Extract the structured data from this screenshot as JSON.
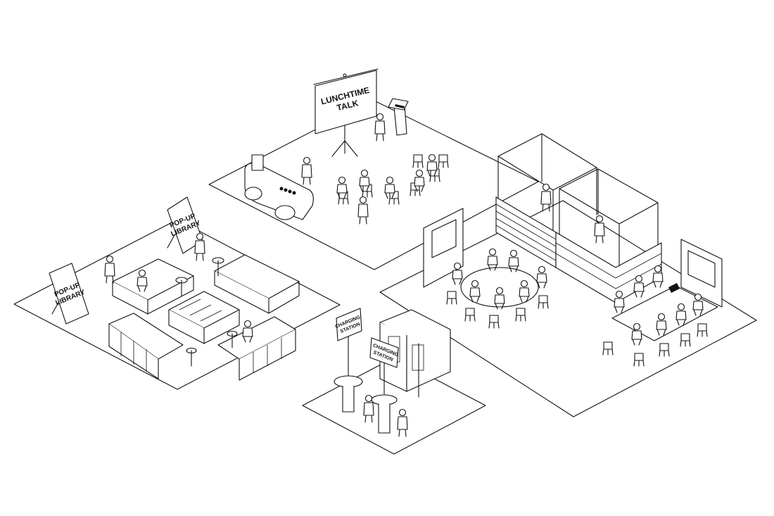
{
  "zones": {
    "lunchtime_talk": {
      "title_line1": "LUNCHTIME",
      "title_line2": "TALK"
    },
    "popup_library": {
      "sign_line1": "POP-UP",
      "sign_line2": "LIBRARY"
    },
    "charging_station": {
      "sign_line1": "CHARGING",
      "sign_line2": "STATION"
    }
  },
  "colors": {
    "line": "#111111",
    "background": "#ffffff"
  }
}
